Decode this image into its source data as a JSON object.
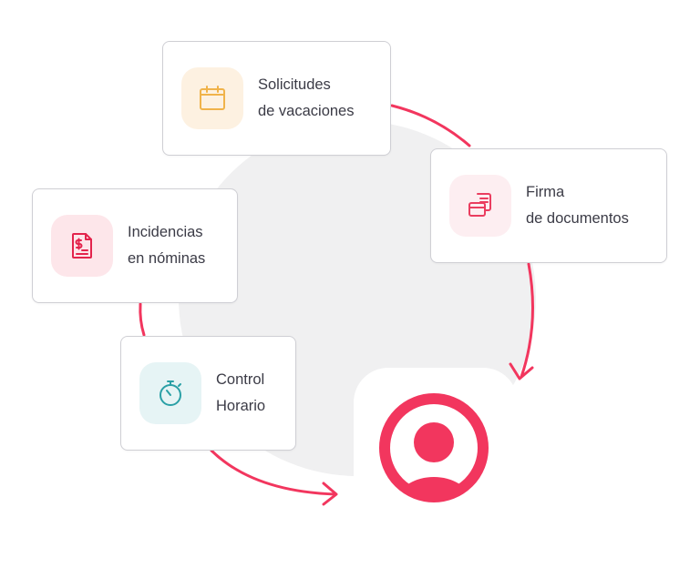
{
  "colors": {
    "accent": "#f2365e",
    "backdrop": "#f0f0f1",
    "card_border": "#cfcfd4",
    "text": "#3b3b46"
  },
  "cards": [
    {
      "id": "vacaciones",
      "icon": "calendar-icon",
      "tile_color": "#fdf1e1",
      "icon_color": "#f0b34a",
      "line1": "Solicitudes",
      "line2": "de vacaciones"
    },
    {
      "id": "documentos",
      "icon": "documents-icon",
      "tile_color": "#fdeef1",
      "icon_color": "#ea3d5f",
      "line1": "Firma",
      "line2": "de documentos"
    },
    {
      "id": "nominas",
      "icon": "payroll-document-icon",
      "tile_color": "#fde6ea",
      "icon_color": "#e3244c",
      "line1": "Incidencias",
      "line2": "en nóminas"
    },
    {
      "id": "horario",
      "icon": "stopwatch-icon",
      "tile_color": "#e6f4f5",
      "icon_color": "#2aa0a6",
      "line1": "Control",
      "line2": "Horario"
    }
  ],
  "center": {
    "icon": "user-avatar-icon"
  }
}
